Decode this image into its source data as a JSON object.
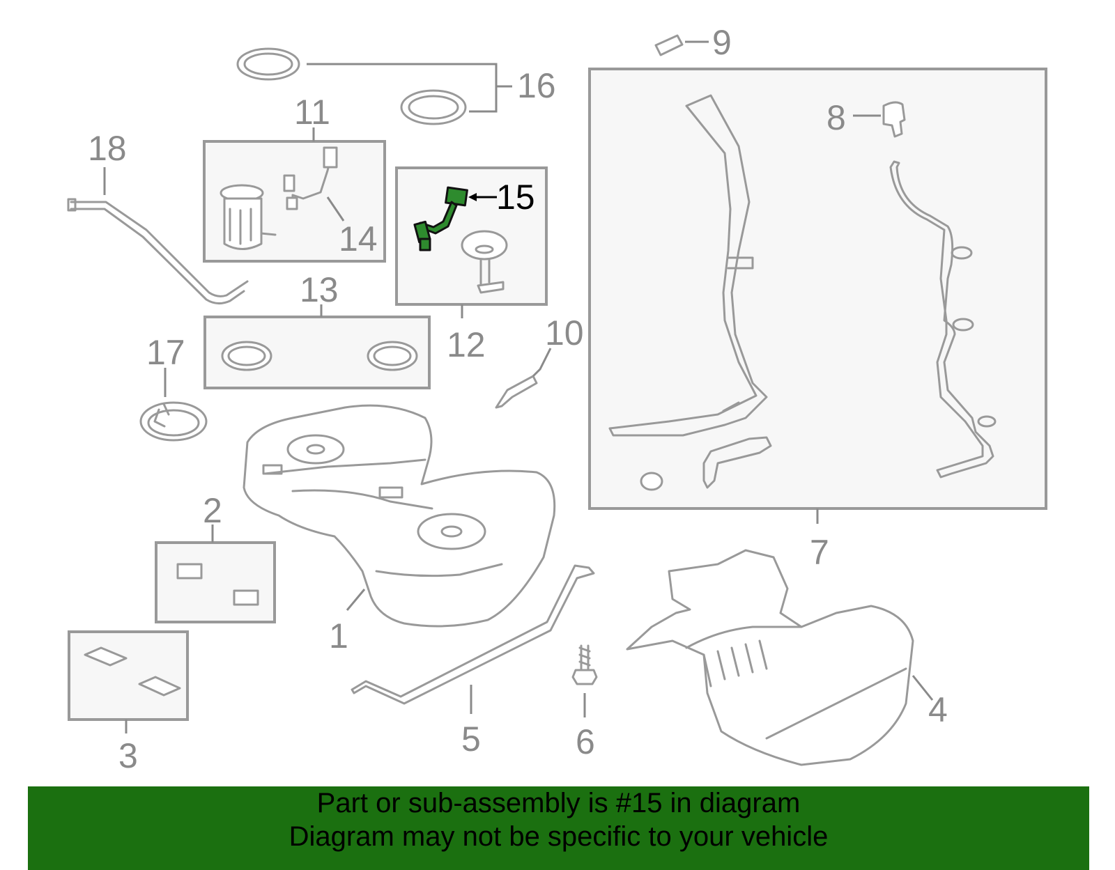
{
  "callouts": {
    "c1": "1",
    "c2": "2",
    "c3": "3",
    "c4": "4",
    "c5": "5",
    "c6": "6",
    "c7": "7",
    "c8": "8",
    "c9": "9",
    "c10": "10",
    "c11": "11",
    "c12": "12",
    "c13": "13",
    "c14": "14",
    "c15": "15",
    "c16": "16",
    "c17": "17",
    "c18": "18"
  },
  "highlighted_callout": "15",
  "colors": {
    "highlight": "#2e8b2e",
    "banner": "#1b7010",
    "line": "#999999"
  },
  "footer": {
    "line1": "Part or sub-assembly is #15 in diagram",
    "line2": "Diagram may not be specific to your vehicle"
  }
}
